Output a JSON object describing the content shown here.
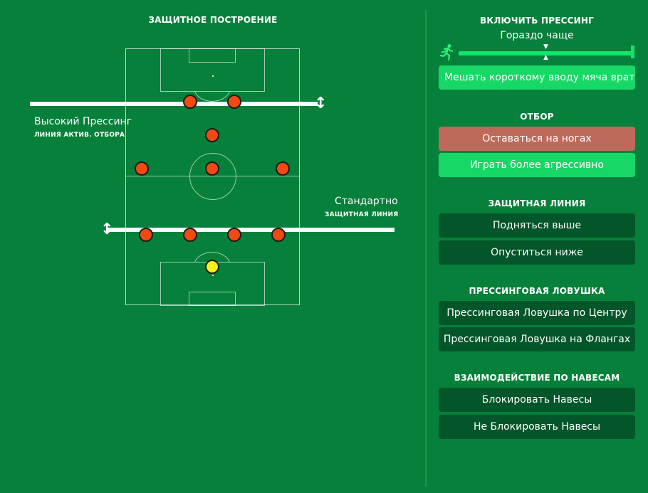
{
  "left_panel": {
    "title": "ЗАЩИТНОЕ ПОСТРОЕНИЕ",
    "high_line": {
      "label": "Высокий Прессинг",
      "sublabel": "ЛИНИЯ АКТИВ. ОТБОРА"
    },
    "defensive_line": {
      "label": "Стандартно",
      "sublabel": "ЗАЩИТНАЯ ЛИНИЯ"
    },
    "player_colors": {
      "outfield": "#f04a12",
      "goalkeeper": "#f7ef1a"
    }
  },
  "right_panel": {
    "pressing": {
      "heading": "ВКЛЮЧИТЬ ПРЕССИНГ",
      "value": "Гораздо чаще",
      "icon": "running-player-icon",
      "button": "Мешать короткому вводу мяча врат..."
    },
    "tackling": {
      "heading": "ОТБОР",
      "buttons": [
        "Оставаться на ногах",
        "Играть более агрессивно"
      ]
    },
    "defensive_line": {
      "heading": "ЗАЩИТНАЯ ЛИНИЯ",
      "buttons": [
        "Подняться выше",
        "Опуститься ниже"
      ]
    },
    "pressing_trap": {
      "heading": "ПРЕССИНГОВАЯ ЛОВУШКА",
      "buttons": [
        "Прессинговая Ловушка по Центру",
        "Прессинговая Ловушка на Флангах"
      ]
    },
    "crossing": {
      "heading": "ВЗАИМОДЕЙСТВИЕ ПО НАВЕСАМ",
      "buttons": [
        "Блокировать Навесы",
        "Не Блокировать Навесы"
      ]
    }
  }
}
